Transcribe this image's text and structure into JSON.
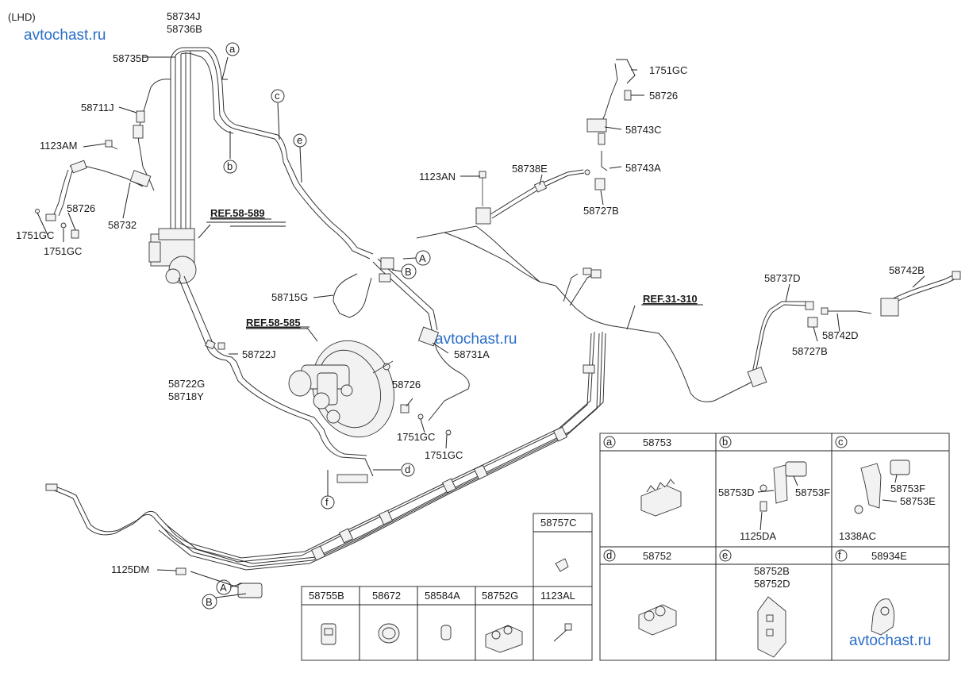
{
  "header": {
    "variant": "(LHD)"
  },
  "watermarks": [
    "avtochast.ru",
    "avtochast.ru",
    "avtochast.ru"
  ],
  "references": [
    "REF.58-589",
    "REF.58-585",
    "REF.31-310"
  ],
  "callout_letters": [
    "a",
    "b",
    "c",
    "e",
    "d",
    "f"
  ],
  "connectors": [
    "A",
    "B",
    "A",
    "B"
  ],
  "part_labels": [
    "58734J",
    "58736B",
    "58735D",
    "58711J",
    "1123AM",
    "58726",
    "58732",
    "1751GC",
    "1751GC",
    "58715G",
    "58722J",
    "58722G",
    "58718Y",
    "58731A",
    "58726",
    "1751GC",
    "1751GC",
    "1125DM",
    "1123AN",
    "58738E",
    "1751GC",
    "58726",
    "58743C",
    "58743A",
    "58727B",
    "58737D",
    "58742B",
    "58742D",
    "58727B"
  ],
  "table_upper": {
    "cells": [
      {
        "letter": "a",
        "parts": [
          "58753"
        ]
      },
      {
        "letter": "b",
        "parts": [
          "58753D",
          "58753F",
          "1125DA"
        ]
      },
      {
        "letter": "c",
        "parts": [
          "58753F",
          "58753E",
          "1338AC"
        ]
      }
    ]
  },
  "table_middle": {
    "cells": [
      {
        "letter": "d",
        "parts": [
          "58752"
        ]
      },
      {
        "letter": "e",
        "parts": [
          "58752B",
          "58752D"
        ]
      },
      {
        "letter": "f",
        "parts": [
          "58934E"
        ]
      }
    ]
  },
  "table_lower": {
    "headers": [
      "58755B",
      "58672",
      "58584A",
      "58752G",
      "1123AL"
    ],
    "extra": "58757C"
  }
}
